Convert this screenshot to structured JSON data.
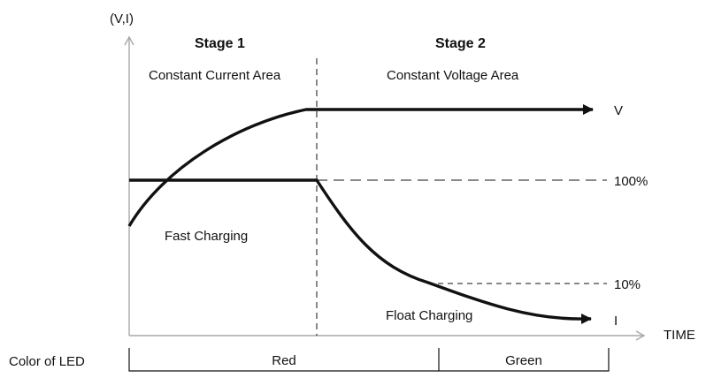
{
  "axes": {
    "y_label": "(V,I)",
    "x_label": "TIME"
  },
  "stages": [
    {
      "title": "Stage 1",
      "subtitle": "Constant Current Area"
    },
    {
      "title": "Stage 2",
      "subtitle": "Constant Voltage Area"
    }
  ],
  "curves": {
    "voltage_label": "V",
    "current_label": "I"
  },
  "levels": {
    "full": "100%",
    "tenth": "10%"
  },
  "phases": {
    "fast": "Fast Charging",
    "float": "Float Charging"
  },
  "led": {
    "label": "Color of  LED",
    "segments": [
      "Red",
      "Green"
    ]
  },
  "colors": {
    "line": "#111111",
    "axis": "#a8a8a8"
  }
}
